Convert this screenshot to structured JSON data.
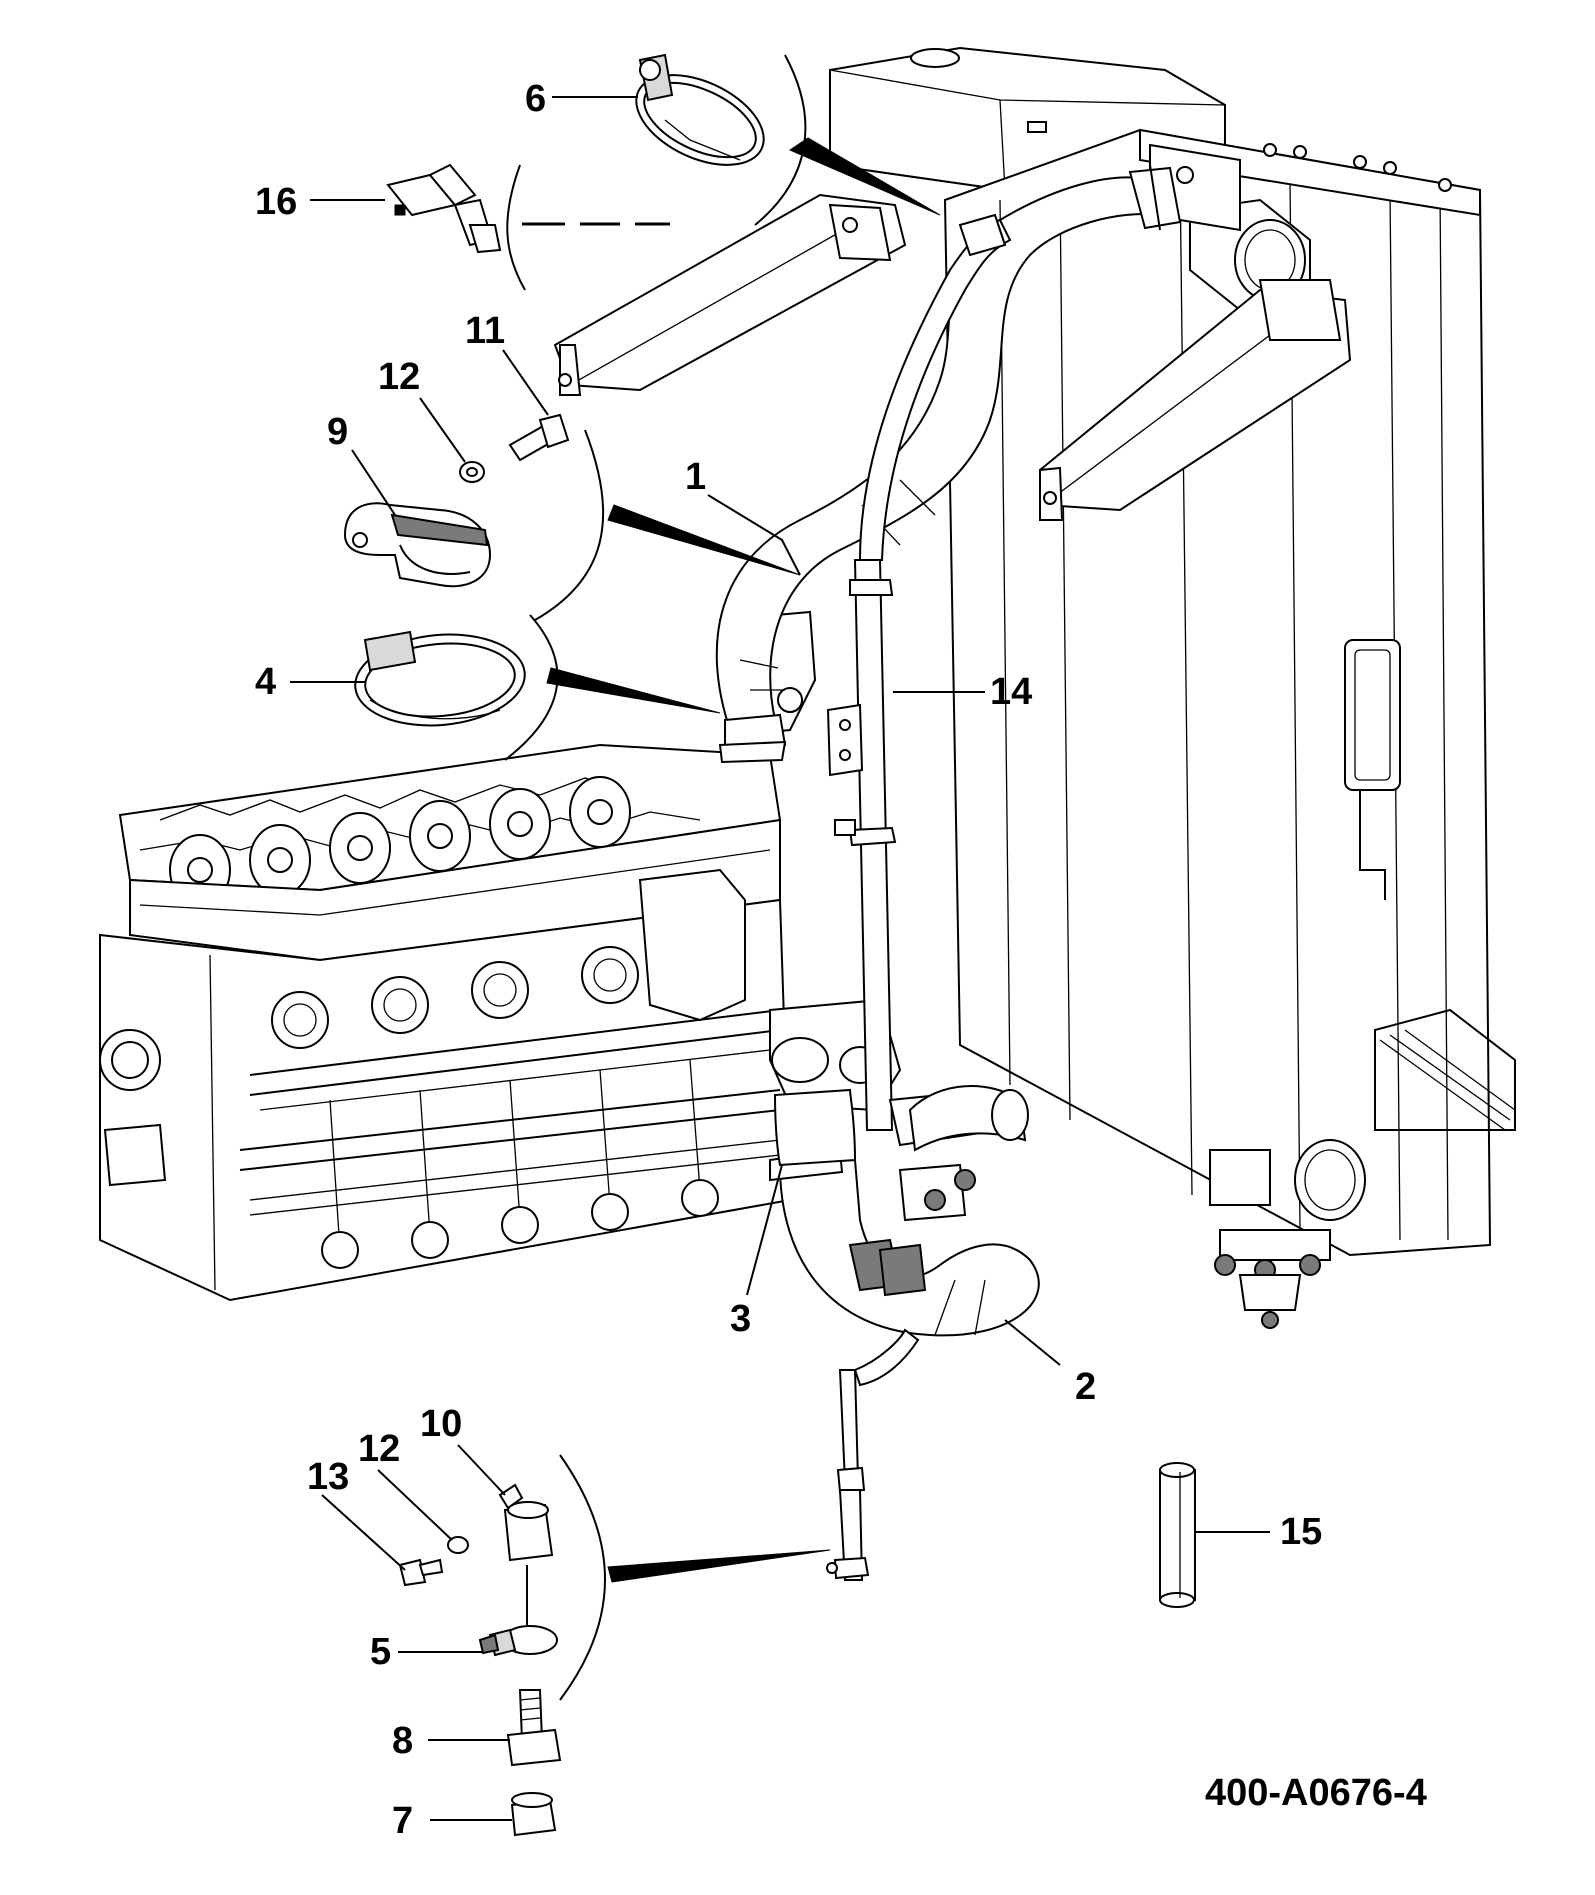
{
  "figure_id": "400-A0676-4",
  "callouts": [
    {
      "id": "1",
      "label": "1"
    },
    {
      "id": "2",
      "label": "2"
    },
    {
      "id": "3",
      "label": "3"
    },
    {
      "id": "4",
      "label": "4"
    },
    {
      "id": "5",
      "label": "5"
    },
    {
      "id": "6",
      "label": "6"
    },
    {
      "id": "7",
      "label": "7"
    },
    {
      "id": "8",
      "label": "8"
    },
    {
      "id": "9",
      "label": "9"
    },
    {
      "id": "10",
      "label": "10"
    },
    {
      "id": "11",
      "label": "11"
    },
    {
      "id": "12a",
      "label": "12"
    },
    {
      "id": "12b",
      "label": "12"
    },
    {
      "id": "13",
      "label": "13"
    },
    {
      "id": "14",
      "label": "14"
    },
    {
      "id": "15",
      "label": "15"
    },
    {
      "id": "16",
      "label": "16"
    }
  ]
}
